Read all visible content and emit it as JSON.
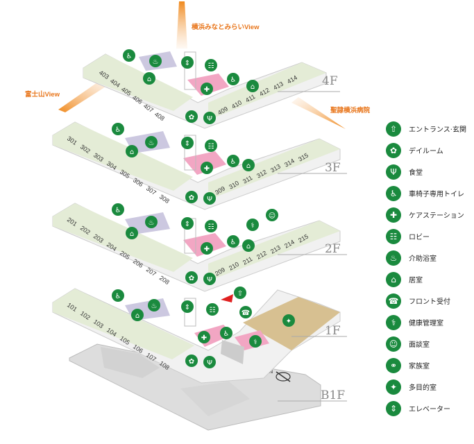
{
  "views": {
    "yokohama": "横浜みなとみらいView",
    "fuji": "富士山View",
    "hospital": "聖隷横浜病院"
  },
  "floors": [
    {
      "id": "4f",
      "label": "4F",
      "rooms_left": [
        "403",
        "404",
        "405",
        "406",
        "407",
        "408"
      ],
      "rooms_right": [
        "409",
        "410",
        "411",
        "412",
        "413",
        "414"
      ]
    },
    {
      "id": "3f",
      "label": "3F",
      "rooms_left": [
        "301",
        "302",
        "303",
        "304",
        "305",
        "306",
        "307",
        "308"
      ],
      "rooms_right": [
        "309",
        "310",
        "311",
        "312",
        "313",
        "314",
        "315"
      ]
    },
    {
      "id": "2f",
      "label": "2F",
      "rooms_left": [
        "201",
        "202",
        "203",
        "204",
        "205",
        "206",
        "207",
        "208"
      ],
      "rooms_right": [
        "209",
        "210",
        "211",
        "212",
        "213",
        "214",
        "215"
      ]
    },
    {
      "id": "1f",
      "label": "1F",
      "rooms_left": [
        "101",
        "102",
        "103",
        "104",
        "105",
        "106",
        "107",
        "108"
      ],
      "rooms_right": []
    },
    {
      "id": "b1f",
      "label": "B1F",
      "rooms_left": [],
      "rooms_right": []
    }
  ],
  "legend": [
    {
      "icon": "entrance-icon",
      "glyph": "⇧",
      "label": "エントランス·玄関"
    },
    {
      "icon": "day-room-icon",
      "glyph": "✿",
      "label": "デイルーム"
    },
    {
      "icon": "dining-icon",
      "glyph": "Ψ",
      "label": "食堂"
    },
    {
      "icon": "accessible-toilet-icon",
      "glyph": "♿",
      "label": "車椅子専用トイレ"
    },
    {
      "icon": "care-station-icon",
      "glyph": "✚",
      "label": "ケアステーション"
    },
    {
      "icon": "lobby-icon",
      "glyph": "☷",
      "label": "ロビー"
    },
    {
      "icon": "assisted-bath-icon",
      "glyph": "♨",
      "label": "介助浴室"
    },
    {
      "icon": "resident-room-icon",
      "glyph": "⌂",
      "label": "居室"
    },
    {
      "icon": "front-desk-icon",
      "glyph": "☎",
      "label": "フロント受付"
    },
    {
      "icon": "health-office-icon",
      "glyph": "⚕",
      "label": "健康管理室"
    },
    {
      "icon": "interview-room-icon",
      "glyph": "☺",
      "label": "面談室"
    },
    {
      "icon": "family-room-icon",
      "glyph": "⚭",
      "label": "家族室"
    },
    {
      "icon": "multipurpose-room-icon",
      "glyph": "✦",
      "label": "多目的室"
    },
    {
      "icon": "elevator-icon",
      "glyph": "⇕",
      "label": "エレベーター"
    }
  ],
  "colors": {
    "room": "#e4ecd6",
    "room_alt": "#d3e1be",
    "floor": "#f3f3f3",
    "care_station": "#f2a6c3",
    "lounge": "#ccc8e0",
    "icon": "#1a8a3e",
    "brown": "#d7c091",
    "orange": "#e8751a",
    "label": "#888888"
  }
}
